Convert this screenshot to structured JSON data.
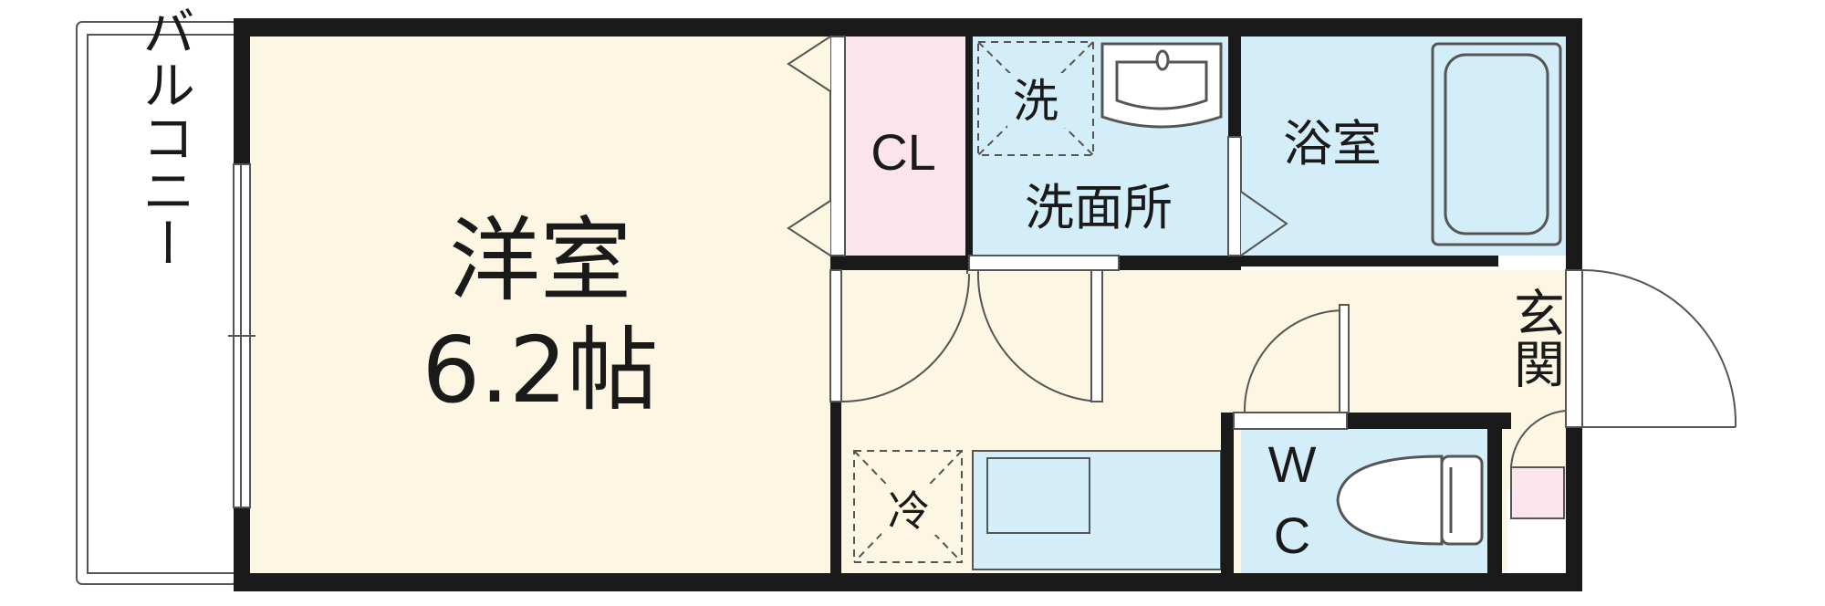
{
  "rooms": {
    "western_room": {
      "name": "洋室",
      "size": "6.2帖"
    },
    "balcony": "バルコニー",
    "closet": "CL",
    "washroom": "洗面所",
    "washer_mark": "洗",
    "bathroom": "浴室",
    "entrance": "玄関",
    "fridge_mark": "冷",
    "wc_line1": "W",
    "wc_line2": "C"
  },
  "colors": {
    "room_yellow": "#fdf6e3",
    "wet_blue": "#d4eef9",
    "closet_pink": "#fce4ec",
    "wall": "#1a1a1a"
  }
}
